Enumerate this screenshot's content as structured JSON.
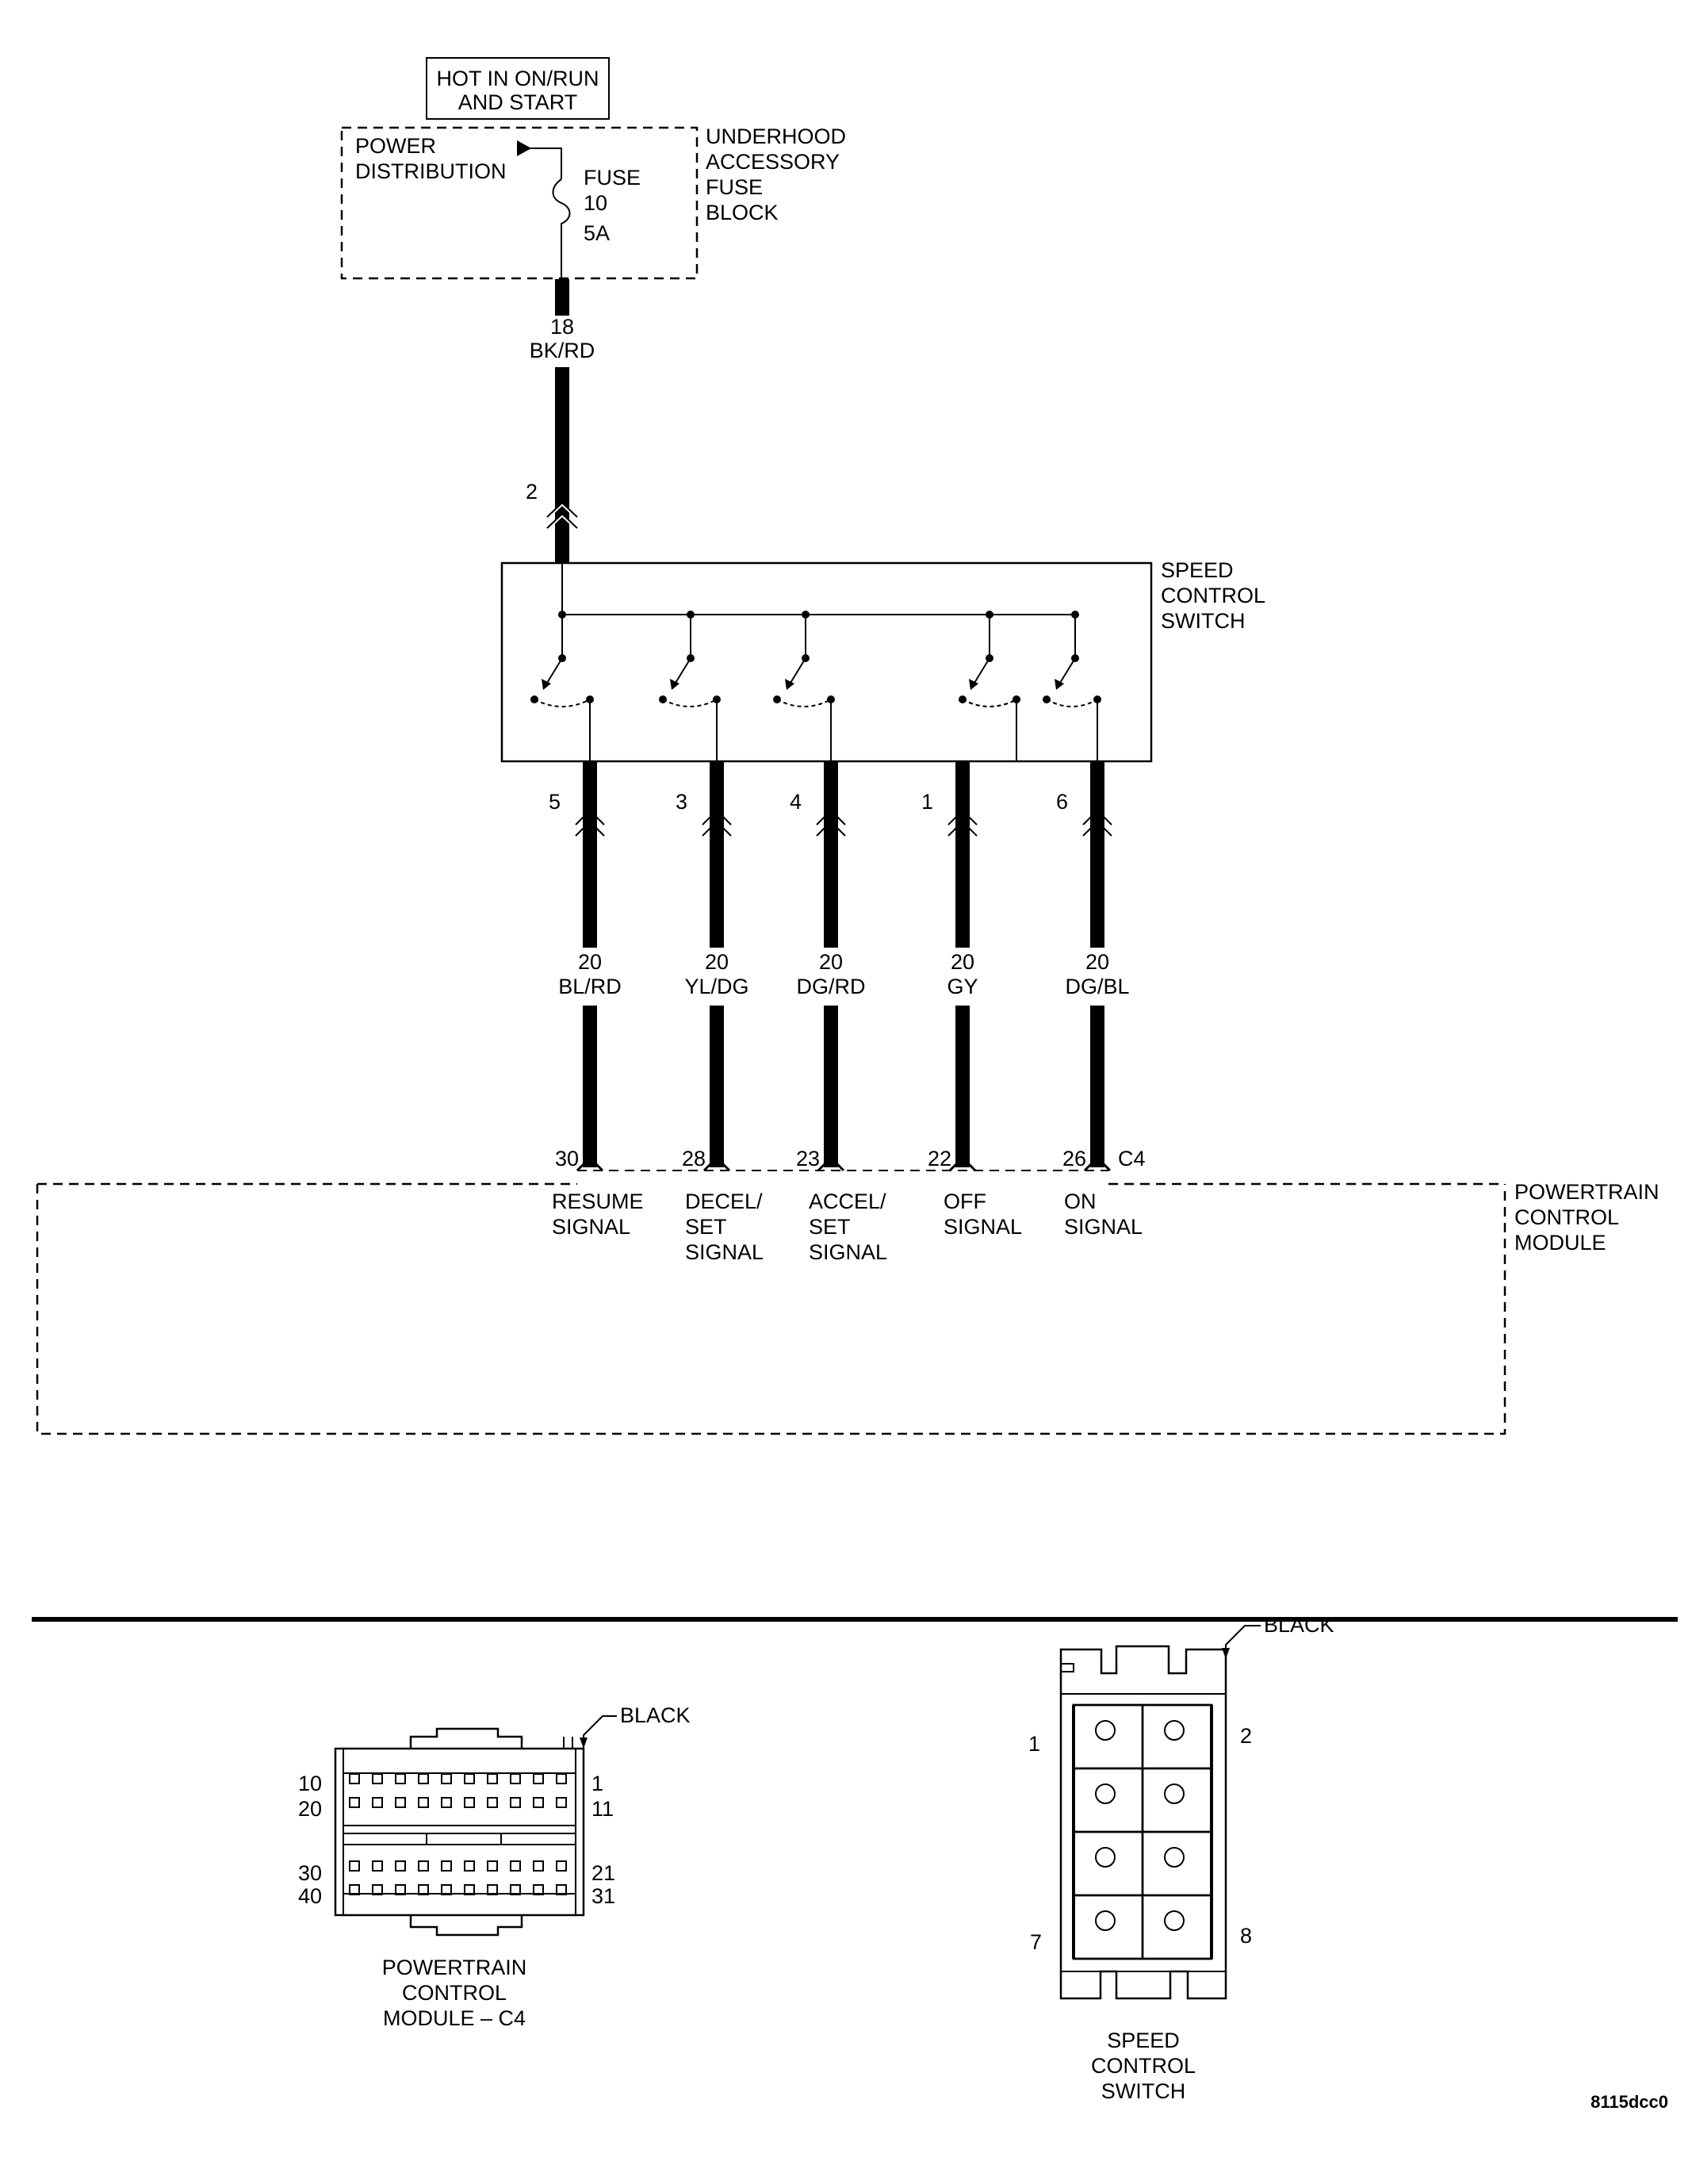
{
  "source": {
    "line1": "HOT IN ON/RUN",
    "line2": "AND START"
  },
  "fuse_block": {
    "left_label": [
      "POWER",
      "DISTRIBUTION"
    ],
    "fuse_label": [
      "FUSE",
      "10",
      "5A"
    ],
    "right_label": [
      "UNDERHOOD",
      "ACCESSORY",
      "FUSE",
      "BLOCK"
    ]
  },
  "feed_wire": {
    "gauge": "18",
    "color": "BK/RD",
    "switch_pin": "2"
  },
  "speed_control_switch": {
    "label": [
      "SPEED",
      "CONTROL",
      "SWITCH"
    ]
  },
  "circuits": [
    {
      "switch_pin": "5",
      "gauge": "20",
      "color": "BL/RD",
      "pcm_pin": "30",
      "signal": [
        "RESUME",
        "SIGNAL"
      ]
    },
    {
      "switch_pin": "3",
      "gauge": "20",
      "color": "YL/DG",
      "pcm_pin": "28",
      "signal": [
        "DECEL/",
        "SET",
        "SIGNAL"
      ]
    },
    {
      "switch_pin": "4",
      "gauge": "20",
      "color": "DG/RD",
      "pcm_pin": "23",
      "signal": [
        "ACCEL/",
        "SET",
        "SIGNAL"
      ]
    },
    {
      "switch_pin": "1",
      "gauge": "20",
      "color": "GY",
      "pcm_pin": "22",
      "signal": [
        "OFF",
        "SIGNAL"
      ]
    },
    {
      "switch_pin": "6",
      "gauge": "20",
      "color": "DG/BL",
      "pcm_pin": "26",
      "signal": [
        "ON",
        "SIGNAL"
      ]
    }
  ],
  "pcm": {
    "connector": "C4",
    "label": [
      "POWERTRAIN",
      "CONTROL",
      "MODULE"
    ]
  },
  "pcm_connector_view": {
    "color_label": "BLACK",
    "pins_left": [
      "10",
      "20",
      "30",
      "40"
    ],
    "pins_right": [
      "1",
      "11",
      "21",
      "31"
    ],
    "caption": [
      "POWERTRAIN",
      "CONTROL",
      "MODULE – C4"
    ]
  },
  "switch_connector_view": {
    "color_label": "BLACK",
    "pin_top_left": "1",
    "pin_top_right": "2",
    "pin_bottom_left": "7",
    "pin_bottom_right": "8",
    "caption": [
      "SPEED",
      "CONTROL",
      "SWITCH"
    ]
  },
  "figure_ref": "8115dcc0"
}
